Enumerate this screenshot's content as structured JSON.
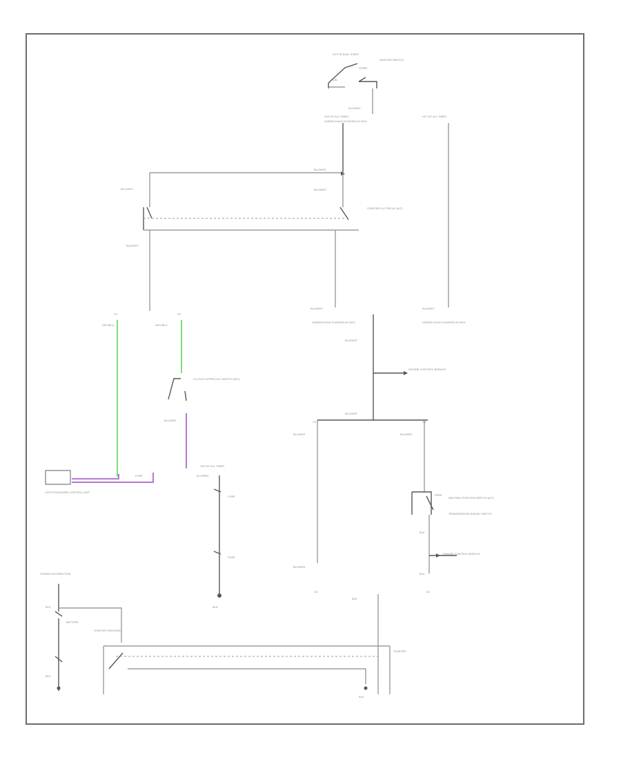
{
  "diagram": {
    "figure_id": "",
    "labels": {
      "hot_in_run": "HOT IN RUN, START",
      "ignition_switch": "IGNITION SWITCH",
      "start": "START",
      "run": "RUN",
      "wire_a1": "BLU/WHT",
      "hot_at_all_times_1": "HOT AT ALL TIMES",
      "under_dash_fuse": "UNDER-DASH FUSE/RELAY BOX",
      "hot_at_all_times_2": "HOT AT ALL TIMES",
      "wire_a2": "BLU/WHT",
      "wire_a3": "BLU/WHT",
      "wire_a4": "BLU/WHT",
      "starter_cut_relay": "STARTER CUT RELAY (A/T)",
      "wire_b1": "BLK/WHT",
      "wire_c1": "BLU/WHT",
      "fuse_box_2": "UNDER-HOOD FUSE/RELAY BOX",
      "wire_c2": "BLU/WHT",
      "fuse_box_3": "UNDER-HOOD FUSE/RELAY BOX",
      "wire_g1": "GRY/BLU",
      "wire_g2": "GRY/BLU",
      "clutch_switch": "CLUTCH INTERLOCK SWITCH (M/T)",
      "wire_v1": "BLU/WHT",
      "engine_control": "ENGINE CONTROL MODULE",
      "wire_c3": "BLU/WHT",
      "wire_c4": "BLU/WHT",
      "wire_c5": "BLU/WHT",
      "keyless_unit": "KEYLESS/ALARM CONTROL UNIT",
      "hot_at_all_times_3": "HOT AT ALL TIMES",
      "wire_p1": "BLU/RED",
      "wire_p2": "BLU/RED",
      "wire_p3": "BLU/RED",
      "fuse_sw": "FUSE",
      "neutral_switch": "NEUTRAL POSITION SWITCH (A/T)",
      "park": "PARK",
      "wire_w1": "BLK",
      "wire_w2": "BLK",
      "wire_w3": "BLK",
      "wire_w4": "BLK",
      "transmission": "TRANSMISSION RANGE SWITCH",
      "engine_cm": "ENGINE CONTROL MODULE",
      "ground_g1": "G1",
      "ground_g2": "G2",
      "ground_g3": "G3",
      "power_dist": "POWER DISTRIBUTION",
      "battery": "BATTERY",
      "starter_solenoid": "STARTER SOLENOID",
      "starter": "STARTER",
      "blk_1": "BLK",
      "blk_2": "BLK",
      "blk_3": "BLK"
    }
  }
}
